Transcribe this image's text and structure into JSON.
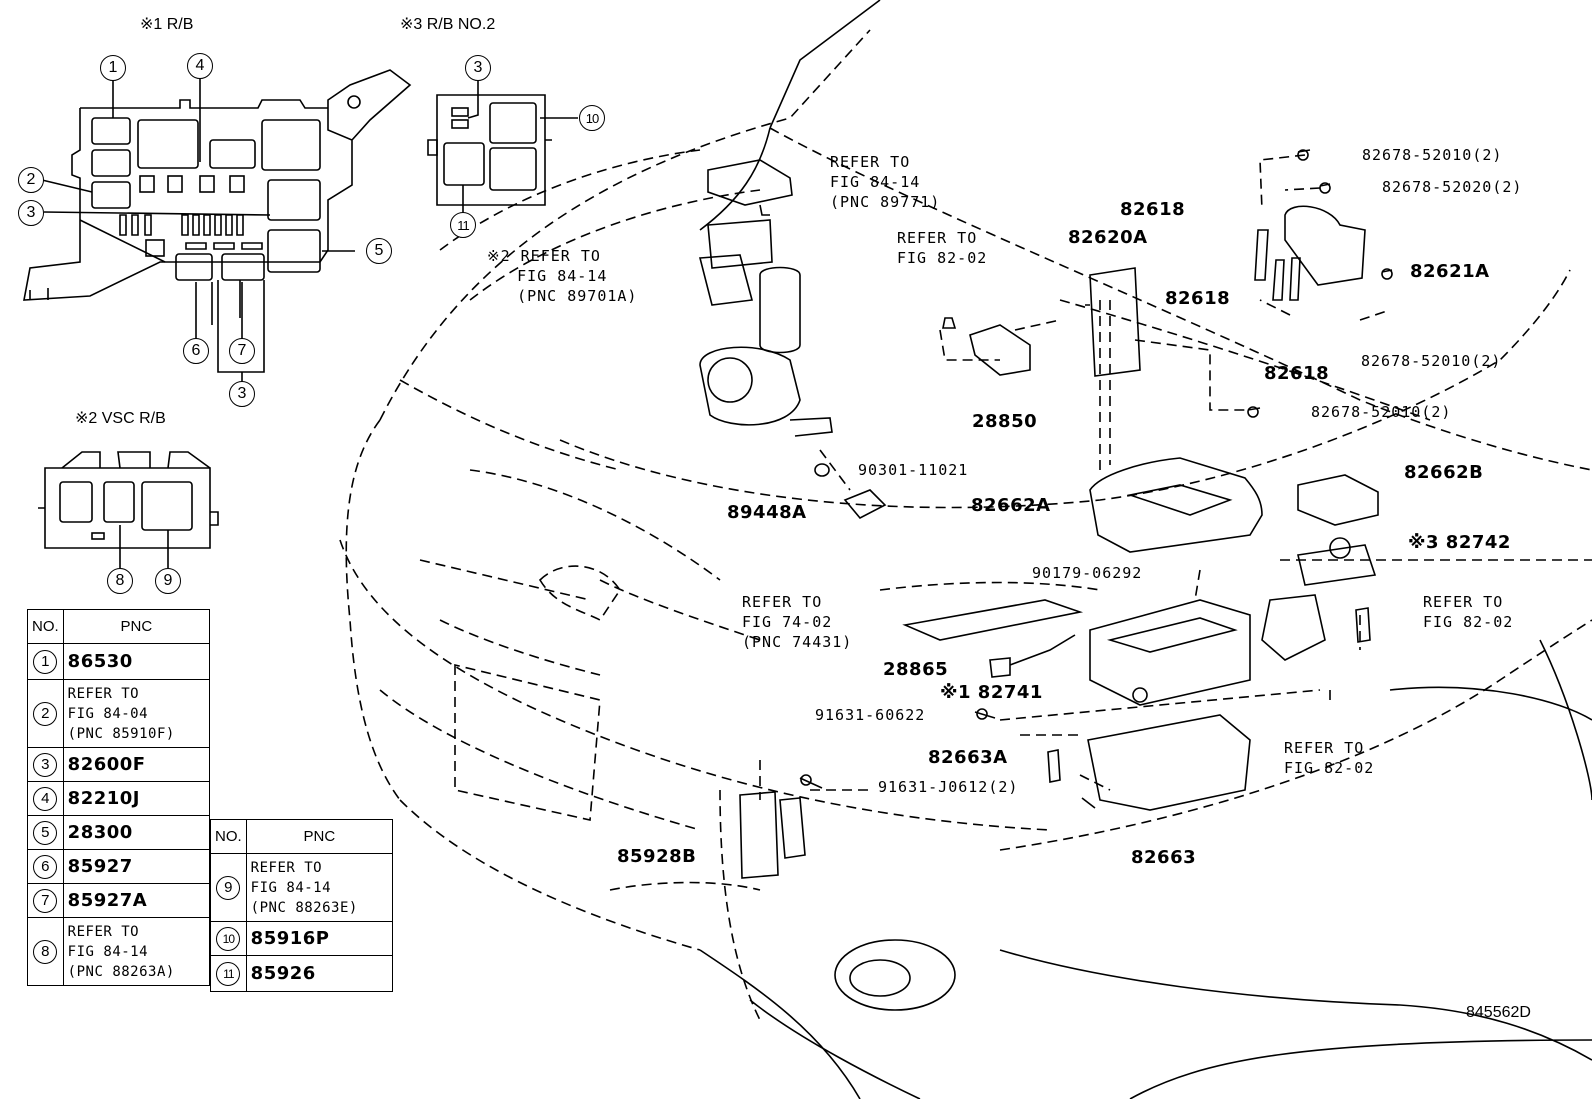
{
  "headers": {
    "rb1": "※1 R/B",
    "rb2": "※3 R/B NO.2",
    "vsc": "※2 VSC R/B"
  },
  "callouts": {
    "c1": "1",
    "c2": "2",
    "c3": "3",
    "c4": "4",
    "c5": "5",
    "c6": "6",
    "c7": "7",
    "c8": "8",
    "c9": "9",
    "c10": "10",
    "c11": "11"
  },
  "labels": {
    "ref_89771": "REFER TO\nFIG 84-14\n(PNC 89771)",
    "ref_89701a": "※2 REFER TO\n   FIG 84-14\n   (PNC 89701A)",
    "ref_8202_a": "REFER TO\nFIG 82-02",
    "ref_74431": "REFER TO\nFIG 74-02\n(PNC 74431)",
    "ref_8202_b": "REFER TO\nFIG 82-02",
    "ref_8202_c": "REFER TO\nFIG 82-02",
    "p82678_52010_a": "82678-52010(2)",
    "p82678_52020": "82678-52020(2)",
    "p82678_52010_b": "82678-52010(2)",
    "p82678_52010_c": "82678-52010(2)",
    "p82618_a": "82618",
    "p82618_b": "82618",
    "p82618_c": "82618",
    "p82620a": "82620A",
    "p82621a": "82621A",
    "p28850": "28850",
    "p90301": "90301-11021",
    "p89448a": "89448A",
    "p82662a": "82662A",
    "p82662b": "82662B",
    "p82742": "※3 82742",
    "p90179": "90179-06292",
    "p28865": "28865",
    "p82741": "※1 82741",
    "p91631_60622": "91631-60622",
    "p82663a": "82663A",
    "p91631_j0612": "91631-J0612(2)",
    "p82663": "82663",
    "p85928b": "85928B"
  },
  "table1": {
    "head_no": "NO.",
    "head_pnc": "PNC",
    "rows": [
      {
        "no": "1",
        "pnc": "86530"
      },
      {
        "no": "2",
        "pnc": "REFER TO\nFIG 84-04\n(PNC 85910F)"
      },
      {
        "no": "3",
        "pnc": "82600F"
      },
      {
        "no": "4",
        "pnc": "82210J"
      },
      {
        "no": "5",
        "pnc": "28300"
      },
      {
        "no": "6",
        "pnc": "85927"
      },
      {
        "no": "7",
        "pnc": "85927A"
      },
      {
        "no": "8",
        "pnc": "REFER TO\nFIG 84-14\n(PNC 88263A)"
      }
    ]
  },
  "table2": {
    "head_no": "NO.",
    "head_pnc": "PNC",
    "rows": [
      {
        "no": "9",
        "pnc": "REFER TO\nFIG 84-14\n(PNC 88263E)"
      },
      {
        "no": "10",
        "pnc": "85916P"
      },
      {
        "no": "11",
        "pnc": "85926"
      }
    ]
  },
  "figure_id": "845562D"
}
